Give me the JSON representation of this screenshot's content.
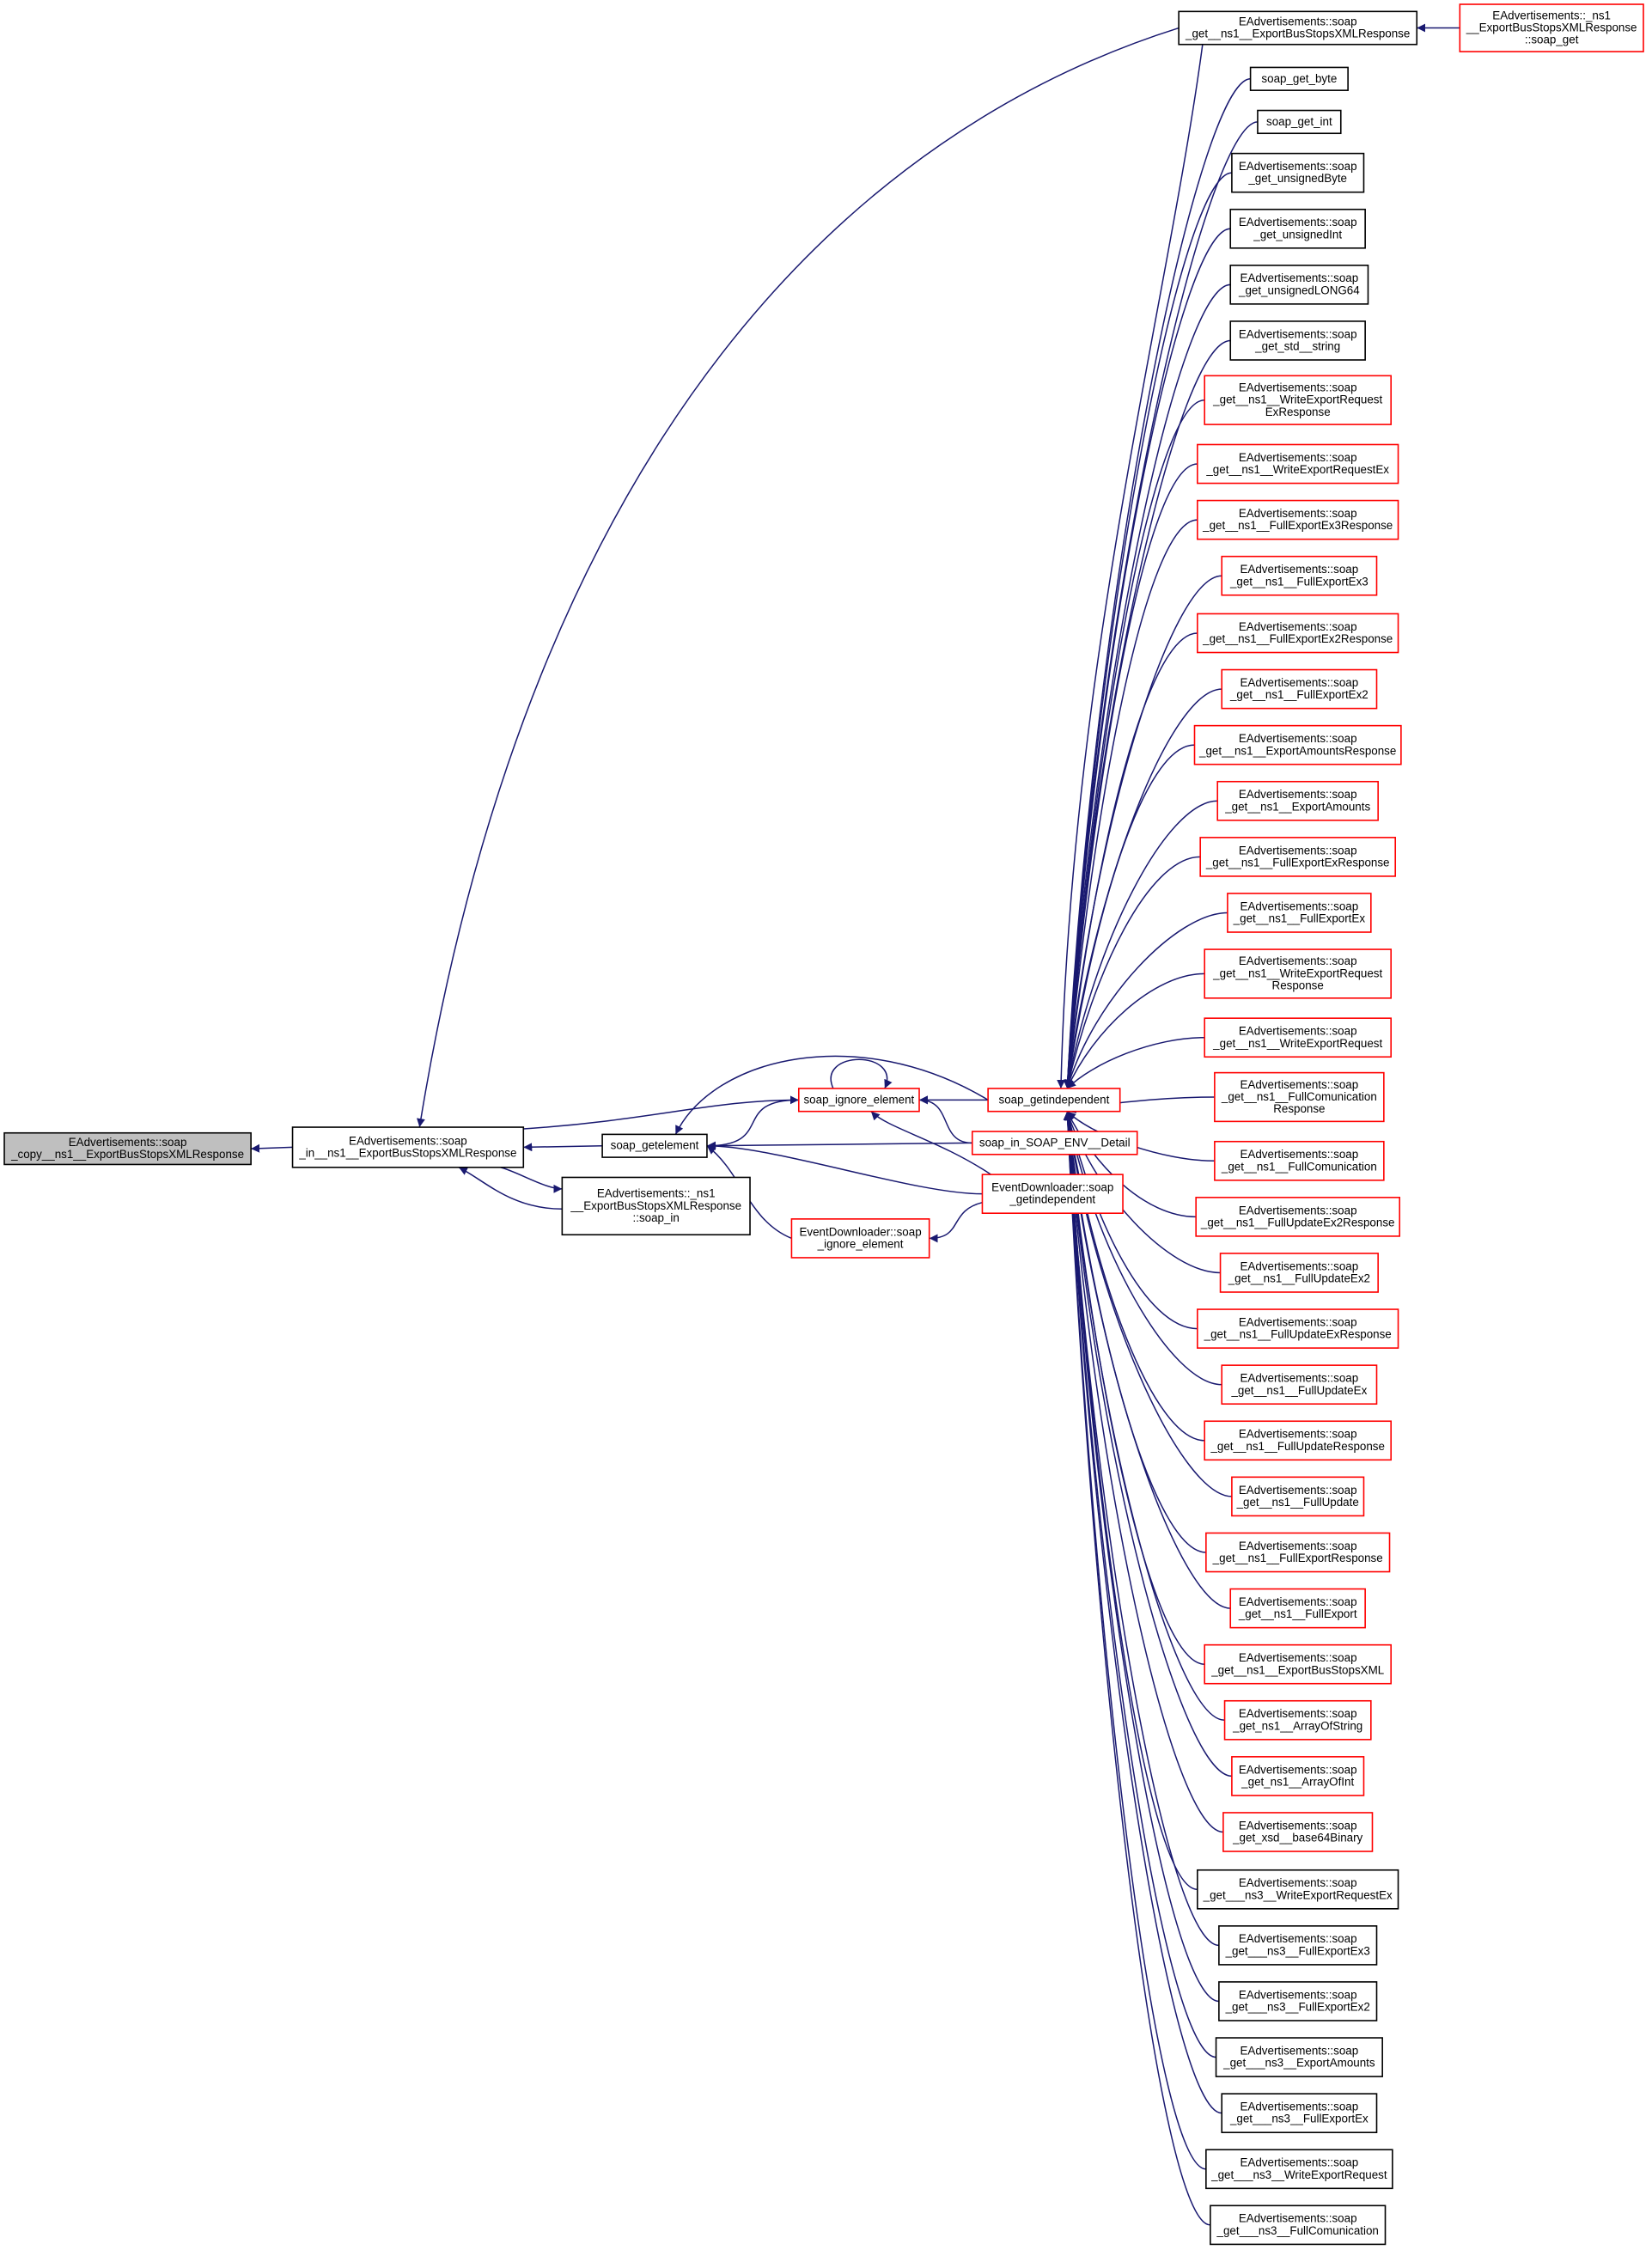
{
  "colors": {
    "edge": "#191970",
    "node_border_default": "#000000",
    "node_border_highlight": "#ff0000",
    "node_fill_default": "#ffffff",
    "node_fill_root": "#bfbfbf",
    "text": "#000000"
  },
  "nodes": [
    {
      "id": "root",
      "lines": [
        "EAdvertisements::soap",
        "_copy__ns1__ExportBusStopsXMLResponse"
      ],
      "style": "root"
    },
    {
      "id": "soap_in",
      "lines": [
        "EAdvertisements::soap",
        "_in__ns1__ExportBusStopsXMLResponse"
      ],
      "style": "black"
    },
    {
      "id": "ns1_soap_in",
      "lines": [
        "EAdvertisements::_ns1",
        "__ExportBusStopsXMLResponse",
        "::soap_in"
      ],
      "style": "black"
    },
    {
      "id": "soap_getelement",
      "lines": [
        "soap_getelement"
      ],
      "style": "black"
    },
    {
      "id": "soap_ignore_element",
      "lines": [
        "soap_ignore_element"
      ],
      "style": "red"
    },
    {
      "id": "ed_ignore_element",
      "lines": [
        "EventDownloader::soap",
        "_ignore_element"
      ],
      "style": "red"
    },
    {
      "id": "soap_getindependent",
      "lines": [
        "soap_getindependent"
      ],
      "style": "red"
    },
    {
      "id": "soap_in_soap_env_detail",
      "lines": [
        "soap_in_SOAP_ENV__Detail"
      ],
      "style": "red"
    },
    {
      "id": "ed_getindependent",
      "lines": [
        "EventDownloader::soap",
        "_getindependent"
      ],
      "style": "red"
    },
    {
      "id": "get_ns1_ExportBusStopsXMLResponse",
      "lines": [
        "EAdvertisements::soap",
        "_get__ns1__ExportBusStopsXMLResponse"
      ],
      "style": "black"
    },
    {
      "id": "ns1_soap_get",
      "lines": [
        "EAdvertisements::_ns1",
        "__ExportBusStopsXMLResponse",
        "::soap_get"
      ],
      "style": "red"
    },
    {
      "id": "soap_get_byte",
      "lines": [
        "soap_get_byte"
      ],
      "style": "black"
    },
    {
      "id": "soap_get_int",
      "lines": [
        "soap_get_int"
      ],
      "style": "black"
    },
    {
      "id": "get_unsignedByte",
      "lines": [
        "EAdvertisements::soap",
        "_get_unsignedByte"
      ],
      "style": "black"
    },
    {
      "id": "get_unsignedInt",
      "lines": [
        "EAdvertisements::soap",
        "_get_unsignedInt"
      ],
      "style": "black"
    },
    {
      "id": "get_unsignedLONG64",
      "lines": [
        "EAdvertisements::soap",
        "_get_unsignedLONG64"
      ],
      "style": "black"
    },
    {
      "id": "get_std_string",
      "lines": [
        "EAdvertisements::soap",
        "_get_std__string"
      ],
      "style": "black"
    },
    {
      "id": "get_WriteExportRequestExResponse",
      "lines": [
        "EAdvertisements::soap",
        "_get__ns1__WriteExportRequest",
        "ExResponse"
      ],
      "style": "red"
    },
    {
      "id": "get_WriteExportRequestEx",
      "lines": [
        "EAdvertisements::soap",
        "_get__ns1__WriteExportRequestEx"
      ],
      "style": "red"
    },
    {
      "id": "get_FullExportEx3Response",
      "lines": [
        "EAdvertisements::soap",
        "_get__ns1__FullExportEx3Response"
      ],
      "style": "red"
    },
    {
      "id": "get_FullExportEx3",
      "lines": [
        "EAdvertisements::soap",
        "_get__ns1__FullExportEx3"
      ],
      "style": "red"
    },
    {
      "id": "get_FullExportEx2Response",
      "lines": [
        "EAdvertisements::soap",
        "_get__ns1__FullExportEx2Response"
      ],
      "style": "red"
    },
    {
      "id": "get_FullExportEx2",
      "lines": [
        "EAdvertisements::soap",
        "_get__ns1__FullExportEx2"
      ],
      "style": "red"
    },
    {
      "id": "get_ExportAmountsResponse",
      "lines": [
        "EAdvertisements::soap",
        "_get__ns1__ExportAmountsResponse"
      ],
      "style": "red"
    },
    {
      "id": "get_ExportAmounts",
      "lines": [
        "EAdvertisements::soap",
        "_get__ns1__ExportAmounts"
      ],
      "style": "red"
    },
    {
      "id": "get_FullExportExResponse",
      "lines": [
        "EAdvertisements::soap",
        "_get__ns1__FullExportExResponse"
      ],
      "style": "red"
    },
    {
      "id": "get_FullExportEx",
      "lines": [
        "EAdvertisements::soap",
        "_get__ns1__FullExportEx"
      ],
      "style": "red"
    },
    {
      "id": "get_WriteExportRequestResponse",
      "lines": [
        "EAdvertisements::soap",
        "_get__ns1__WriteExportRequest",
        "Response"
      ],
      "style": "red"
    },
    {
      "id": "get_WriteExportRequest",
      "lines": [
        "EAdvertisements::soap",
        "_get__ns1__WriteExportRequest"
      ],
      "style": "red"
    },
    {
      "id": "get_FullComunicationResponse",
      "lines": [
        "EAdvertisements::soap",
        "_get__ns1__FullComunication",
        "Response"
      ],
      "style": "red"
    },
    {
      "id": "get_FullComunication",
      "lines": [
        "EAdvertisements::soap",
        "_get__ns1__FullComunication"
      ],
      "style": "red"
    },
    {
      "id": "get_FullUpdateEx2Response",
      "lines": [
        "EAdvertisements::soap",
        "_get__ns1__FullUpdateEx2Response"
      ],
      "style": "red"
    },
    {
      "id": "get_FullUpdateEx2",
      "lines": [
        "EAdvertisements::soap",
        "_get__ns1__FullUpdateEx2"
      ],
      "style": "red"
    },
    {
      "id": "get_FullUpdateExResponse",
      "lines": [
        "EAdvertisements::soap",
        "_get__ns1__FullUpdateExResponse"
      ],
      "style": "red"
    },
    {
      "id": "get_FullUpdateEx",
      "lines": [
        "EAdvertisements::soap",
        "_get__ns1__FullUpdateEx"
      ],
      "style": "red"
    },
    {
      "id": "get_FullUpdateResponse",
      "lines": [
        "EAdvertisements::soap",
        "_get__ns1__FullUpdateResponse"
      ],
      "style": "red"
    },
    {
      "id": "get_FullUpdate",
      "lines": [
        "EAdvertisements::soap",
        "_get__ns1__FullUpdate"
      ],
      "style": "red"
    },
    {
      "id": "get_FullExportResponse",
      "lines": [
        "EAdvertisements::soap",
        "_get__ns1__FullExportResponse"
      ],
      "style": "red"
    },
    {
      "id": "get_FullExport",
      "lines": [
        "EAdvertisements::soap",
        "_get__ns1__FullExport"
      ],
      "style": "red"
    },
    {
      "id": "get_ExportBusStopsXML",
      "lines": [
        "EAdvertisements::soap",
        "_get__ns1__ExportBusStopsXML"
      ],
      "style": "red"
    },
    {
      "id": "get_ArrayOfString",
      "lines": [
        "EAdvertisements::soap",
        "_get_ns1__ArrayOfString"
      ],
      "style": "red"
    },
    {
      "id": "get_ArrayOfInt",
      "lines": [
        "EAdvertisements::soap",
        "_get_ns1__ArrayOfInt"
      ],
      "style": "red"
    },
    {
      "id": "get_base64Binary",
      "lines": [
        "EAdvertisements::soap",
        "_get_xsd__base64Binary"
      ],
      "style": "red"
    },
    {
      "id": "get_ns3_WriteExportRequestEx",
      "lines": [
        "EAdvertisements::soap",
        "_get___ns3__WriteExportRequestEx"
      ],
      "style": "black"
    },
    {
      "id": "get_ns3_FullExportEx3",
      "lines": [
        "EAdvertisements::soap",
        "_get___ns3__FullExportEx3"
      ],
      "style": "black"
    },
    {
      "id": "get_ns3_FullExportEx2",
      "lines": [
        "EAdvertisements::soap",
        "_get___ns3__FullExportEx2"
      ],
      "style": "black"
    },
    {
      "id": "get_ns3_ExportAmounts",
      "lines": [
        "EAdvertisements::soap",
        "_get___ns3__ExportAmounts"
      ],
      "style": "black"
    },
    {
      "id": "get_ns3_FullExportEx",
      "lines": [
        "EAdvertisements::soap",
        "_get___ns3__FullExportEx"
      ],
      "style": "black"
    },
    {
      "id": "get_ns3_WriteExportRequest",
      "lines": [
        "EAdvertisements::soap",
        "_get___ns3__WriteExportRequest"
      ],
      "style": "black"
    },
    {
      "id": "get_ns3_FullComunication",
      "lines": [
        "EAdvertisements::soap",
        "_get___ns3__FullComunication"
      ],
      "style": "black"
    }
  ],
  "edges": [
    {
      "from": "soap_in",
      "to": "root"
    },
    {
      "from": "soap_getelement",
      "to": "soap_in"
    },
    {
      "from": "ns1_soap_in",
      "to": "soap_in"
    },
    {
      "from": "soap_in",
      "to": "ns1_soap_in"
    },
    {
      "from": "soap_in",
      "to": "soap_ignore_element"
    },
    {
      "from": "soap_in",
      "to": "get_ns1_ExportBusStopsXMLResponse"
    },
    {
      "from": "ns1_soap_get",
      "to": "get_ns1_ExportBusStopsXMLResponse"
    },
    {
      "from": "soap_ignore_element",
      "to": "soap_getelement"
    },
    {
      "from": "soap_getindependent",
      "to": "soap_getelement"
    },
    {
      "from": "soap_in_soap_env_detail",
      "to": "soap_getelement"
    },
    {
      "from": "ed_getindependent",
      "to": "soap_getelement"
    },
    {
      "from": "ed_ignore_element",
      "to": "soap_getelement"
    },
    {
      "from": "soap_ignore_element",
      "to": "soap_ignore_element"
    },
    {
      "from": "soap_getindependent",
      "to": "soap_ignore_element"
    },
    {
      "from": "soap_in_soap_env_detail",
      "to": "soap_ignore_element"
    },
    {
      "from": "ed_getindependent",
      "to": "soap_ignore_element"
    },
    {
      "from": "ed_getindependent",
      "to": "ed_ignore_element"
    },
    {
      "from": "soap_get_byte",
      "to": "soap_getindependent"
    },
    {
      "from": "soap_get_int",
      "to": "soap_getindependent"
    },
    {
      "from": "get_unsignedByte",
      "to": "soap_getindependent"
    },
    {
      "from": "get_unsignedInt",
      "to": "soap_getindependent"
    },
    {
      "from": "get_unsignedLONG64",
      "to": "soap_getindependent"
    },
    {
      "from": "get_std_string",
      "to": "soap_getindependent"
    },
    {
      "from": "get_WriteExportRequestExResponse",
      "to": "soap_getindependent"
    },
    {
      "from": "get_WriteExportRequestEx",
      "to": "soap_getindependent"
    },
    {
      "from": "get_FullExportEx3Response",
      "to": "soap_getindependent"
    },
    {
      "from": "get_FullExportEx3",
      "to": "soap_getindependent"
    },
    {
      "from": "get_FullExportEx2Response",
      "to": "soap_getindependent"
    },
    {
      "from": "get_FullExportEx2",
      "to": "soap_getindependent"
    },
    {
      "from": "get_ExportAmountsResponse",
      "to": "soap_getindependent"
    },
    {
      "from": "get_ExportAmounts",
      "to": "soap_getindependent"
    },
    {
      "from": "get_FullExportExResponse",
      "to": "soap_getindependent"
    },
    {
      "from": "get_FullExportEx",
      "to": "soap_getindependent"
    },
    {
      "from": "get_WriteExportRequestResponse",
      "to": "soap_getindependent"
    },
    {
      "from": "get_WriteExportRequest",
      "to": "soap_getindependent"
    },
    {
      "from": "get_FullComunicationResponse",
      "to": "soap_getindependent"
    },
    {
      "from": "get_FullComunication",
      "to": "soap_getindependent"
    },
    {
      "from": "get_FullUpdateEx2Response",
      "to": "soap_getindependent"
    },
    {
      "from": "get_FullUpdateEx2",
      "to": "soap_getindependent"
    },
    {
      "from": "get_FullUpdateExResponse",
      "to": "soap_getindependent"
    },
    {
      "from": "get_FullUpdateEx",
      "to": "soap_getindependent"
    },
    {
      "from": "get_FullUpdateResponse",
      "to": "soap_getindependent"
    },
    {
      "from": "get_FullUpdate",
      "to": "soap_getindependent"
    },
    {
      "from": "get_FullExportResponse",
      "to": "soap_getindependent"
    },
    {
      "from": "get_FullExport",
      "to": "soap_getindependent"
    },
    {
      "from": "get_ExportBusStopsXML",
      "to": "soap_getindependent"
    },
    {
      "from": "get_ArrayOfString",
      "to": "soap_getindependent"
    },
    {
      "from": "get_ArrayOfInt",
      "to": "soap_getindependent"
    },
    {
      "from": "get_base64Binary",
      "to": "soap_getindependent"
    },
    {
      "from": "get_ns3_WriteExportRequestEx",
      "to": "soap_getindependent"
    },
    {
      "from": "get_ns3_FullExportEx3",
      "to": "soap_getindependent"
    },
    {
      "from": "get_ns3_FullExportEx2",
      "to": "soap_getindependent"
    },
    {
      "from": "get_ns3_ExportAmounts",
      "to": "soap_getindependent"
    },
    {
      "from": "get_ns3_FullExportEx",
      "to": "soap_getindependent"
    },
    {
      "from": "get_ns3_WriteExportRequest",
      "to": "soap_getindependent"
    },
    {
      "from": "get_ns3_FullComunication",
      "to": "soap_getindependent"
    },
    {
      "from": "get_ns1_ExportBusStopsXMLResponse",
      "to": "soap_getindependent"
    }
  ]
}
